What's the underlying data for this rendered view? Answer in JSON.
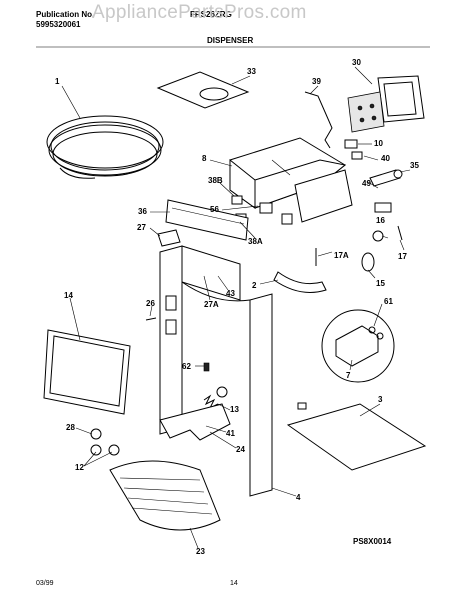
{
  "header": {
    "publication_label": "Publication No.",
    "publication_number": "5995320061",
    "model": "FRS26ZRG",
    "section": "DISPENSER"
  },
  "watermark": "AppliancePartsPros.com",
  "callouts": {
    "p1": "1",
    "p33": "33",
    "p39": "39",
    "p30": "30",
    "p10": "10",
    "p40": "40",
    "p35": "35",
    "p49": "49",
    "p8": "8",
    "p38b": "38B",
    "p56": "56",
    "p36": "36",
    "p16": "16",
    "p27": "27",
    "p38a": "38A",
    "p17a": "17A",
    "p17": "17",
    "p15": "15",
    "p2": "2",
    "p43": "43",
    "p14": "14",
    "p27a": "27A",
    "p26": "26",
    "p61": "61",
    "p62": "62",
    "p7": "7",
    "p13": "13",
    "p3": "3",
    "p41": "41",
    "p28": "28",
    "p24": "24",
    "p12": "12",
    "p4": "4",
    "p23": "23"
  },
  "diagram_code": "PS8X0014",
  "footer": {
    "date": "03/99",
    "page": "14"
  }
}
